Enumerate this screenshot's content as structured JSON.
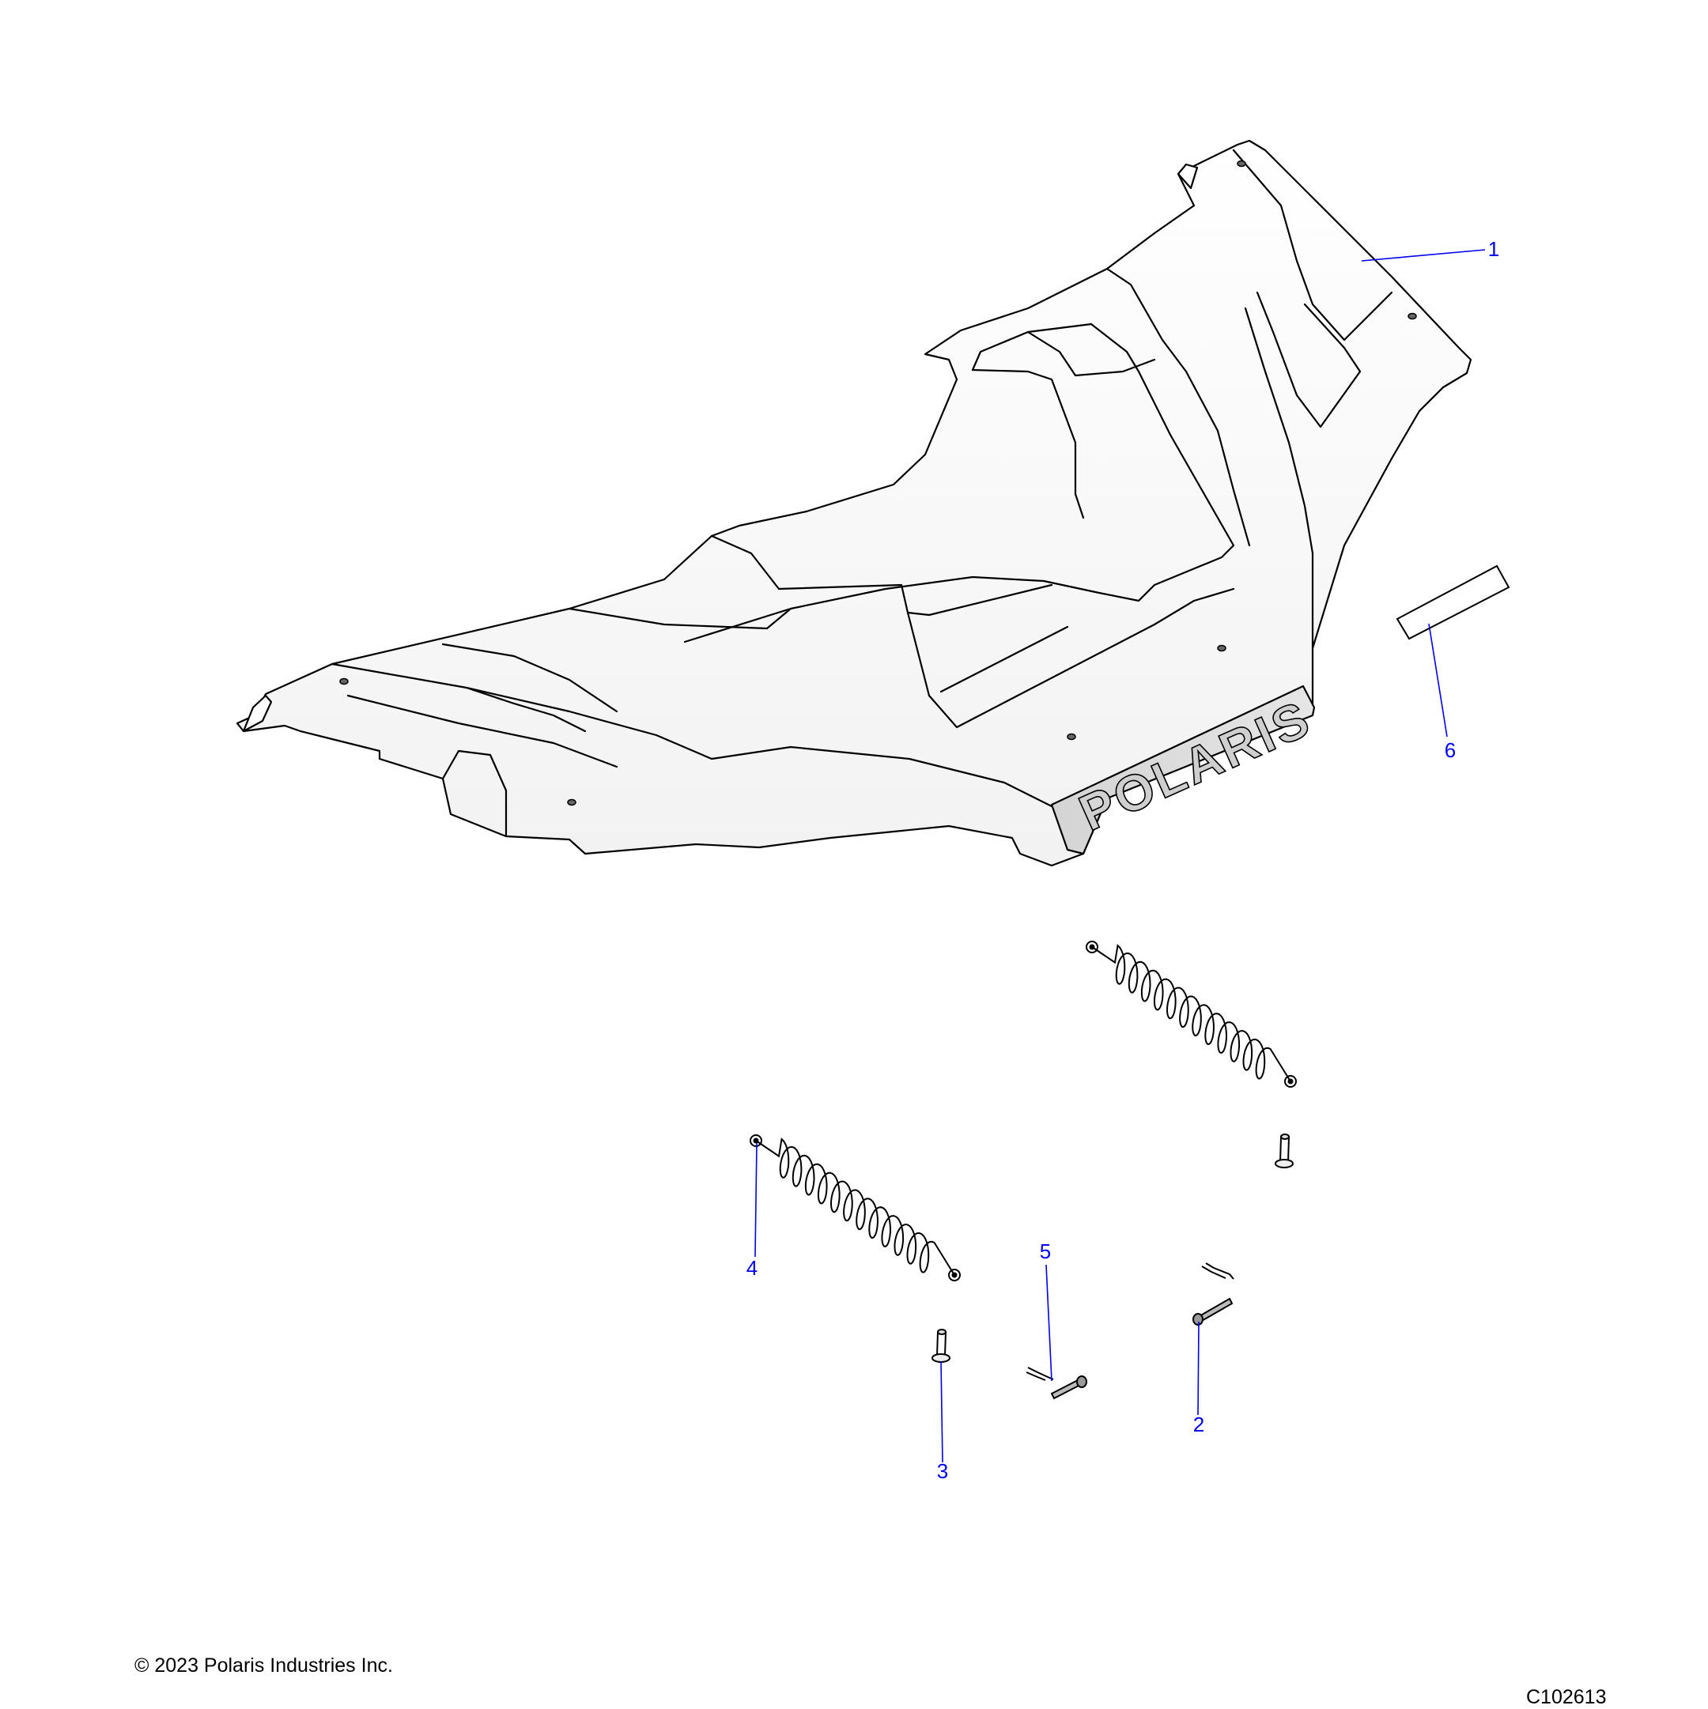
{
  "colors": {
    "callout": "#0000ee",
    "outline": "#000000",
    "shade": "#d9d9d9"
  },
  "callouts": [
    {
      "id": "1",
      "label": "1"
    },
    {
      "id": "2",
      "label": "2"
    },
    {
      "id": "3",
      "label": "3"
    },
    {
      "id": "4",
      "label": "4"
    },
    {
      "id": "5",
      "label": "5"
    },
    {
      "id": "6",
      "label": "6"
    }
  ],
  "brand_logo_text": "POLARIS",
  "footer": {
    "copyright": "© 2023 Polaris Industries Inc.",
    "figure_id": "C102613"
  }
}
